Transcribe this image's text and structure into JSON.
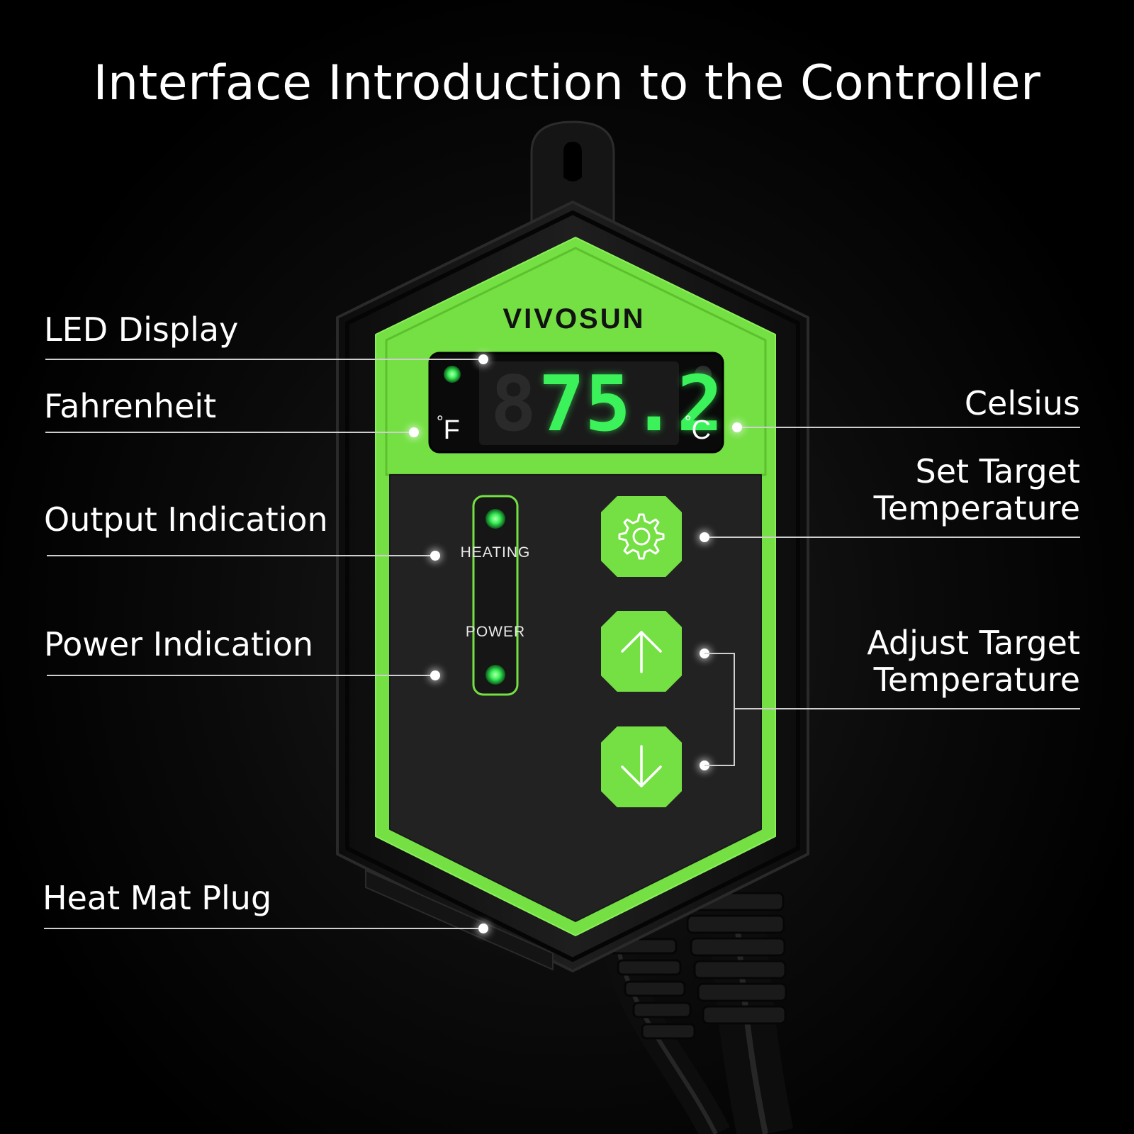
{
  "title": "Interface Introduction to the Controller",
  "labels": {
    "led_display": "LED Display",
    "fahrenheit": "Fahrenheit",
    "output_indication": "Output Indication",
    "power_indication": "Power Indication",
    "heat_mat_plug": "Heat Mat Plug",
    "celsius": "Celsius",
    "set_target_line1": "Set Target",
    "set_target_line2": "Temperature",
    "adjust_target_line1": "Adjust Target",
    "adjust_target_line2": "Temperature"
  },
  "device": {
    "brand": "VIVOSUN",
    "display_value": "75.2",
    "unit_f": "F",
    "unit_c": "C",
    "degree": "°",
    "heating_label": "HEATING",
    "power_label": "POWER",
    "icons": [
      "gear-icon",
      "arrow-up-icon",
      "arrow-down-icon"
    ]
  },
  "colors": {
    "accent_green": "#74e043",
    "led_green": "#39ff5a",
    "body_black": "#161616"
  }
}
